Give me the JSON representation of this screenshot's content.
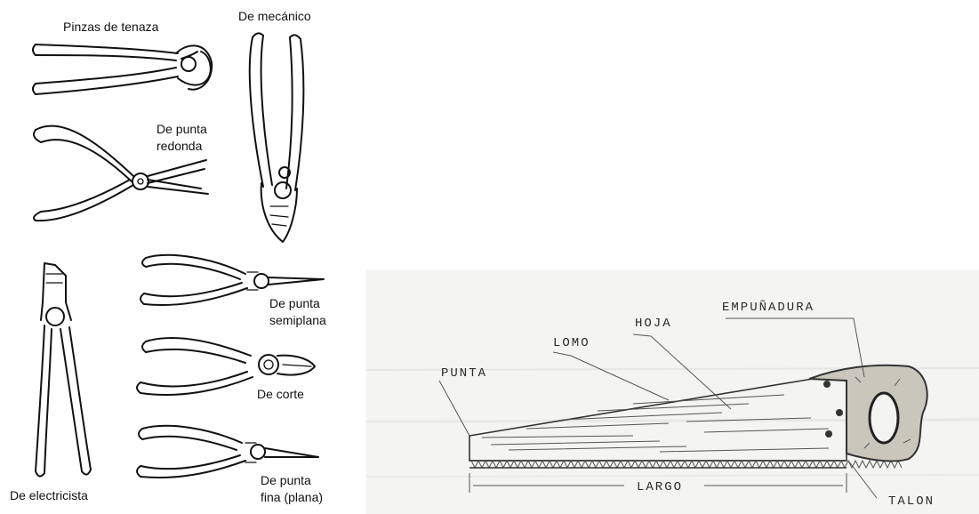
{
  "pliers": {
    "tenaza": "Pinzas de tenaza",
    "mecanico": "De mecánico",
    "punta_redonda_1": "De punta",
    "punta_redonda_2": "redonda",
    "semiplana_1": "De punta",
    "semiplana_2": "semiplana",
    "corte": "De corte",
    "electricista": "De electricista",
    "fina_1": "De punta",
    "fina_2": "fina (plana)"
  },
  "saw": {
    "empunadura": "EMPUÑADURA",
    "hoja": "HOJA",
    "lomo": "LOMO",
    "punta": "PUNTA",
    "largo": "LARGO",
    "talon": "TALON"
  }
}
